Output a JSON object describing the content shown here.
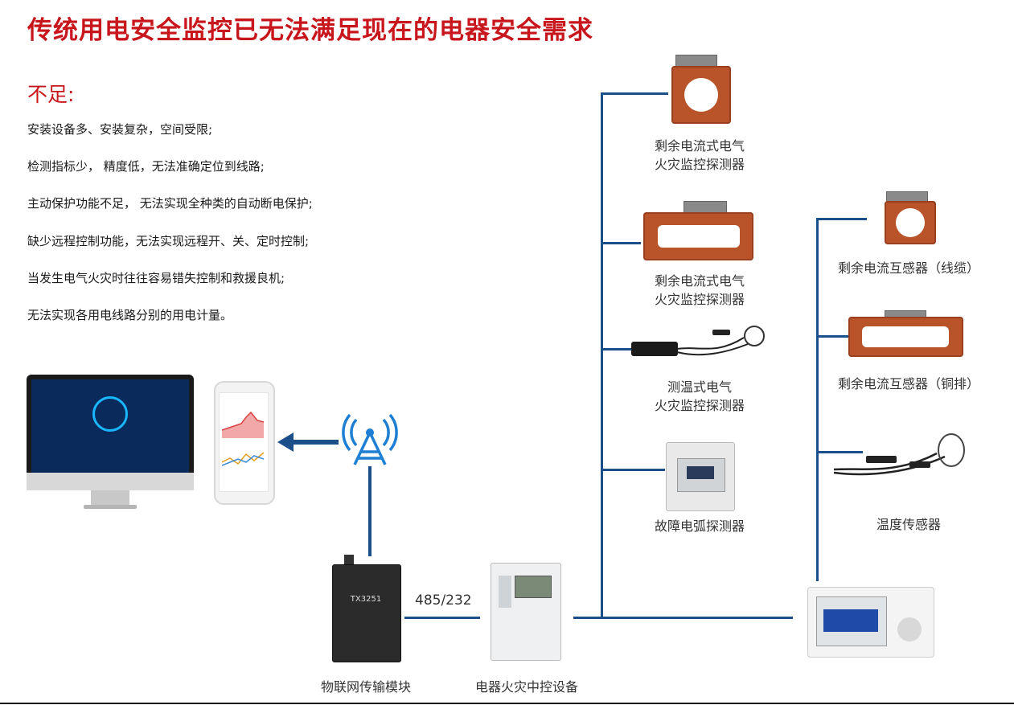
{
  "title": "传统用电安全监控已无法满足现在的电器安全需求",
  "deficiencies_heading": "不足:",
  "issues": [
    "安装设备多、安装复杂，空间受限;",
    "检测指标少， 精度低，无法准确定位到线路;",
    "主动保护功能不足， 无法实现全种类的自动断电保护;",
    "缺少远程控制功能，无法实现远程开、关、定时控制;",
    "当发生电气火灾时往往容易错失控制和救援良机;",
    "无法实现各用电线路分别的用电计量。"
  ],
  "left_branch_devices": [
    {
      "label_line1": "剩余电流式电气",
      "label_line2": "火灾监控探测器"
    },
    {
      "label_line1": "剩余电流式电气",
      "label_line2": "火灾监控探测器"
    },
    {
      "label_line1": "测温式电气",
      "label_line2": "火灾监控探测器"
    },
    {
      "label_line1": "故障电弧探测器",
      "label_line2": ""
    }
  ],
  "right_branch_devices": [
    {
      "label": "剩余电流互感器（线缆）"
    },
    {
      "label": "剩余电流互感器（铜排）"
    },
    {
      "label": "温度传感器"
    }
  ],
  "iot_module": {
    "label": "物联网传输模块",
    "model_text": "TX3251"
  },
  "controller": {
    "label": "电器火灾中控设备"
  },
  "link_protocol": "485/232",
  "colors": {
    "title_red": "#c8161d",
    "line_blue": "#1b4f8a",
    "ct_orange": "#b9542a"
  },
  "icons": [
    "wireless-antenna-icon",
    "arrow-left-icon",
    "desktop-monitor-icon",
    "smartphone-icon"
  ]
}
